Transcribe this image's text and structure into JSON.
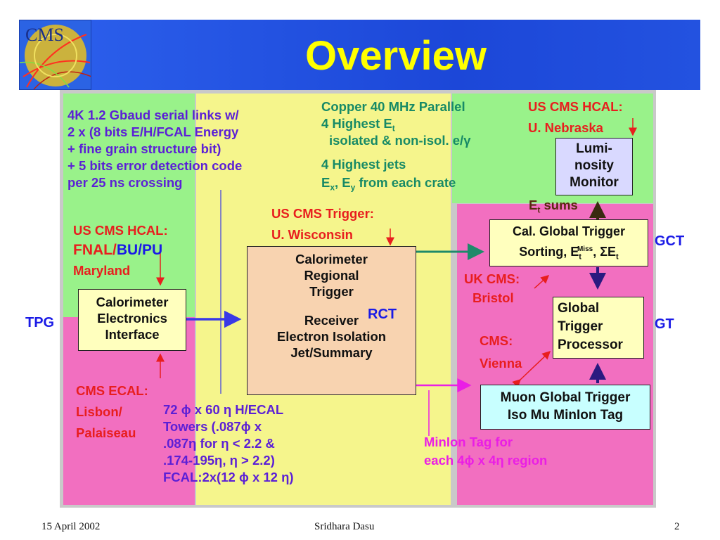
{
  "slide": {
    "title": "Overview",
    "logo_text": "CMS"
  },
  "left_top": {
    "lines": [
      "4K 1.2 Gbaud serial links w/",
      "2 x (8 bits E/H/FCAL Energy",
      "+ fine grain structure bit)",
      "+ 5 bits error detection code",
      "per 25 ns crossing"
    ]
  },
  "us_hcal_left": {
    "line1": "US CMS HCAL:",
    "fnal": "FNAL/",
    "bu_pu": "BU/PU",
    "line3": "Maryland"
  },
  "cei_box": {
    "lines": [
      "Calorimeter",
      "Electronics",
      "Interface"
    ]
  },
  "ecal": {
    "line1": "CMS ECAL:",
    "line2": "Lisbon/",
    "line3": "Palaiseau"
  },
  "copper": {
    "line1": "Copper 40 MHz Parallel",
    "line2": "4 Highest E",
    "line2_sub": "t",
    "line3": "isolated & non-isol. e/γ",
    "line4": "4 Highest jets",
    "line5_a": "E",
    "line5_sub1": "x",
    "line5_b": ", E",
    "line5_sub2": "y",
    "line5_c": " from each crate"
  },
  "us_trigger": {
    "line1": "US CMS Trigger:",
    "line2": "U. Wisconsin"
  },
  "rct_box": {
    "lines": [
      "Calorimeter",
      "Regional",
      "Trigger"
    ],
    "lines2": [
      "Receiver",
      "Electron Isolation",
      "Jet/Summary"
    ]
  },
  "towers": {
    "line1": "72 ϕ x 60 η H/ECAL",
    "line2": "Towers (.087ϕ x",
    "line3": ".087η for η < 2.2 &",
    "line4": ".174-195η, η > 2.2)",
    "line5": "FCAL:2x(12 ϕ x 12 η)"
  },
  "us_hcal_right": {
    "line1": "US CMS HCAL:",
    "line2": "U. Nebraska"
  },
  "lumi_box": {
    "lines": [
      "Lumi-",
      "nosity",
      "Monitor"
    ]
  },
  "et_sums": {
    "main": "E",
    "sub": "t",
    "rest": " sums"
  },
  "cal_global": {
    "line1": "Cal. Global Trigger",
    "line2_a": "Sorting, E",
    "line2_sub": "t",
    "line2_sup": "Miss",
    "line2_b": ", ΣE",
    "line2_sub2": "t"
  },
  "uk_cms": {
    "line1": "UK CMS:",
    "line2": "Bristol"
  },
  "gtp_box": {
    "lines": [
      "Global",
      "Trigger",
      "Processor"
    ]
  },
  "cms_vienna": {
    "line1": "CMS:",
    "line2": "Vienna"
  },
  "muon_box": {
    "line1": "Muon Global Trigger",
    "line2": "Iso Mu MinIon Tag"
  },
  "minion": {
    "line1": "MinIon Tag for",
    "line2": "each 4ϕ x 4η region"
  },
  "labels": {
    "tpg": "TPG",
    "rct": "RCT",
    "gct": "GCT",
    "gt": "GT"
  },
  "footer": {
    "date": "15 April 2002",
    "author": "Sridhara Dasu",
    "page": "2"
  },
  "colors": {
    "header_blue": "#2352e0",
    "title_yellow": "#ffff00",
    "green_region": "#99f28a",
    "pink_region": "#f26fc0",
    "yellow_region": "#f5f58c",
    "lumi_fill": "#d9d9ff",
    "rct_fill": "#f8d3b0",
    "cei_fill": "#ffffbe",
    "muon_fill": "#c8ffff"
  }
}
